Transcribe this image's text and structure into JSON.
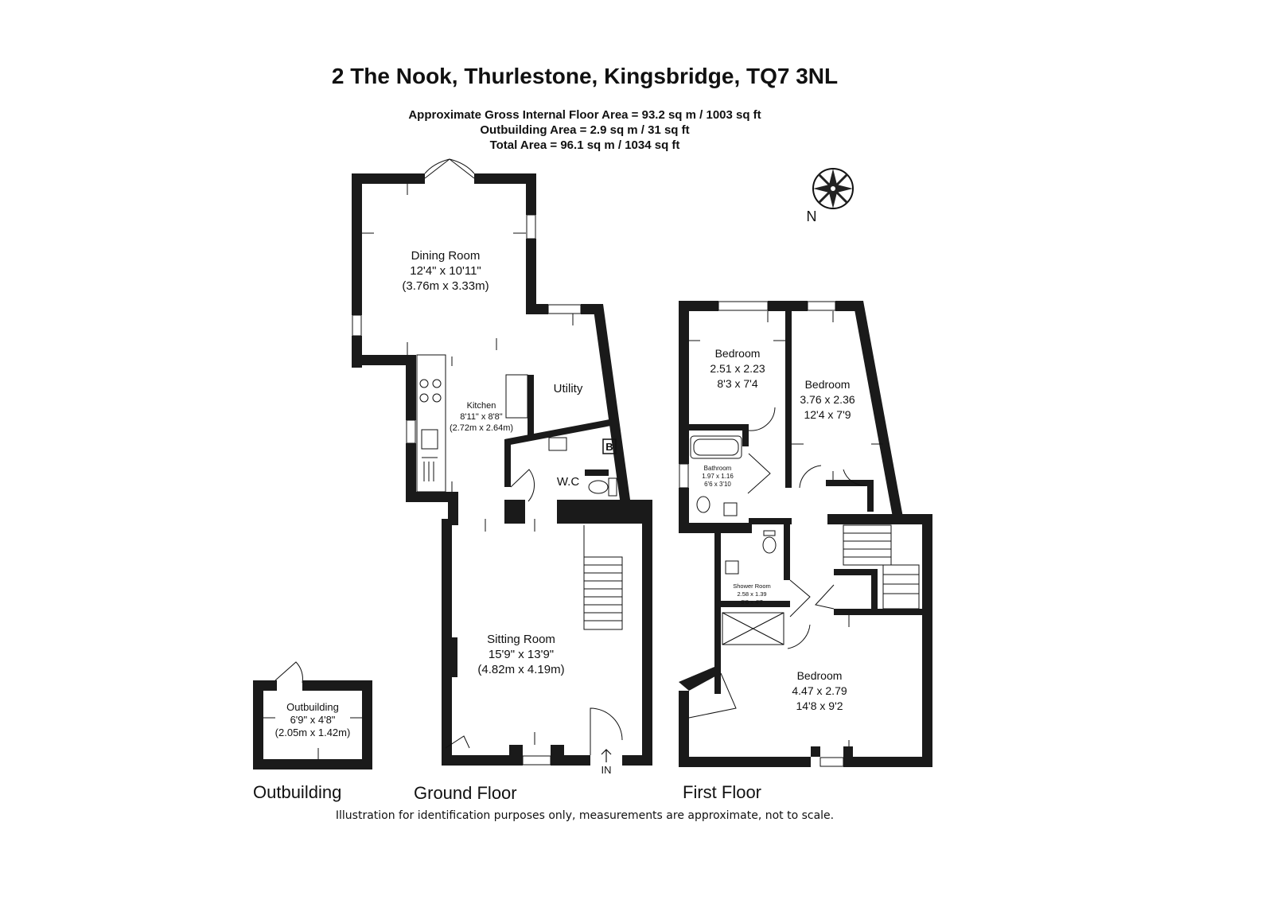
{
  "header": {
    "address": "2 The Nook, Thurlestone, Kingsbridge, TQ7 3NL",
    "gross_area": "Approximate Gross Internal Floor Area = 93.2 sq m / 1003 sq ft",
    "outbuilding_area": "Outbuilding Area = 2.9 sq m / 31 sq ft",
    "total_area": "Total Area = 96.1 sq m / 1034 sq ft"
  },
  "compass": {
    "label": "N",
    "icon": "compass-rose-icon"
  },
  "ground_floor": {
    "name": "Ground Floor",
    "dining": {
      "name": "Dining Room",
      "imperial": "12'4\" x 10'11\"",
      "metric": "(3.76m x 3.33m)"
    },
    "kitchen": {
      "name": "Kitchen",
      "imperial": "8'11\" x 8'8\"",
      "metric": "(2.72m x 2.64m)"
    },
    "utility": {
      "name": "Utility"
    },
    "wc": {
      "name": "W.C"
    },
    "boiler": {
      "label": "B"
    },
    "sitting": {
      "name": "Sitting Room",
      "imperial": "15'9\" x 13'9\"",
      "metric": "(4.82m x 4.19m)"
    },
    "entrance": {
      "label": "IN"
    }
  },
  "first_floor": {
    "name": "First Floor",
    "bedroom1": {
      "name": "Bedroom",
      "metric": "2.51 x 2.23",
      "imperial": "8'3 x 7'4"
    },
    "bedroom2": {
      "name": "Bedroom",
      "metric": "3.76 x 2.36",
      "imperial": "12'4 x 7'9"
    },
    "bathroom": {
      "name": "Bathroom",
      "metric": "1.97 x 1.16",
      "imperial": "6'6 x 3'10"
    },
    "shower": {
      "name": "Shower Room",
      "metric": "2.58 x 1.39",
      "imperial": "8'6 x 4'7"
    },
    "bedroom3": {
      "name": "Bedroom",
      "metric": "4.47 x 2.79",
      "imperial": "14'8 x 9'2"
    }
  },
  "outbuilding": {
    "name": "Outbuilding",
    "room": {
      "name": "Outbuilding",
      "imperial": "6'9\" x 4'8\"",
      "metric": "(2.05m x 1.42m)"
    }
  },
  "disclaimer": "Illustration for identification purposes only, measurements are approximate, not to scale."
}
